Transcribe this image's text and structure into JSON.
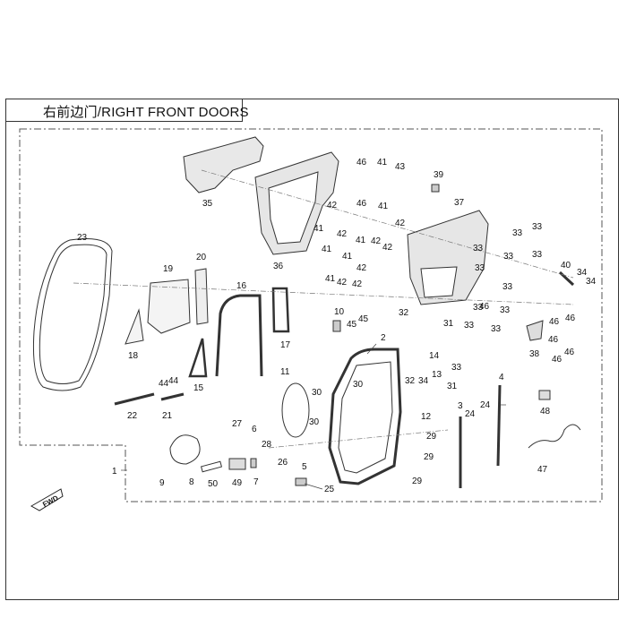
{
  "title": "右前边门/RIGHT FRONT DOORS",
  "fwd_label": "FWD",
  "callouts": [
    "1",
    "2",
    "3",
    "4",
    "5",
    "6",
    "7",
    "8",
    "9",
    "10",
    "11",
    "12",
    "13",
    "14",
    "15",
    "16",
    "17",
    "18",
    "19",
    "20",
    "21",
    "22",
    "23",
    "24",
    "25",
    "26",
    "27",
    "28",
    "29",
    "30",
    "31",
    "32",
    "33",
    "34",
    "35",
    "36",
    "37",
    "38",
    "39",
    "40",
    "41",
    "42",
    "43",
    "44",
    "45",
    "46",
    "47",
    "48",
    "49",
    "50"
  ]
}
